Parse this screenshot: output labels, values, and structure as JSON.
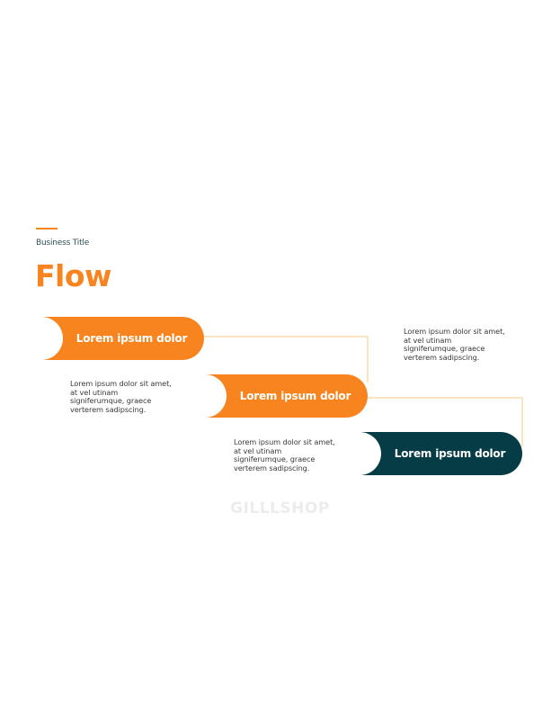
{
  "subtitle": "Business Title",
  "title": "Flow",
  "colors": {
    "accent": "#f7841f",
    "dark": "#053c45",
    "connector": "#f5c98a"
  },
  "steps": [
    {
      "label": "Lorem ipsum dolor",
      "description": [
        "Lorem ipsum dolor sit amet,",
        "at vel utinam",
        "signiferumque, graece",
        "verterem sadipscing."
      ]
    },
    {
      "label": "Lorem ipsum dolor",
      "description": [
        "Lorem ipsum dolor sit amet,",
        "at vel utinam",
        "signiferumque, graece",
        "verterem sadipscing."
      ]
    },
    {
      "label": "Lorem ipsum dolor",
      "description": [
        "Lorem ipsum dolor sit amet,",
        "at vel utinam",
        "signiferumque, graece",
        "verterem sadipscing."
      ]
    }
  ],
  "watermark": "GILLLSHOP"
}
